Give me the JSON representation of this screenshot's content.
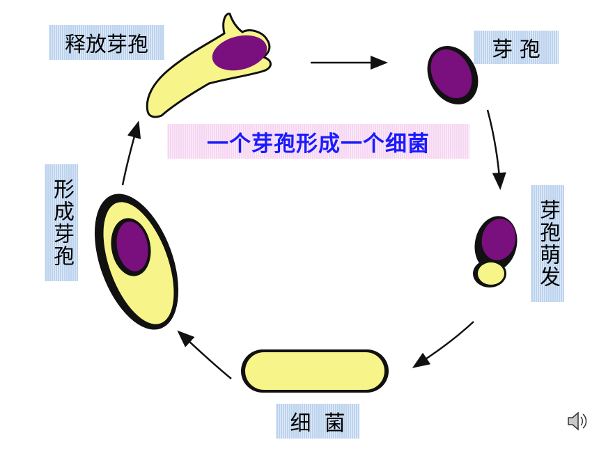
{
  "title": "一个芽孢形成一个细菌",
  "stages": {
    "release_spore": "释放芽孢",
    "spore": "芽 孢",
    "germination": "芽孢萌发",
    "bacterium": "细  菌",
    "form_spore": "形成芽孢"
  },
  "colors": {
    "cell_fill": "#f7f58a",
    "cell_outline": "#111111",
    "spore_fill": "#7a0f7e",
    "label_bg": "#bcd3ee",
    "title_bg": "#f6d6f2",
    "title_text": "#1a1aff"
  },
  "icons": {
    "speaker": "speaker-icon"
  }
}
